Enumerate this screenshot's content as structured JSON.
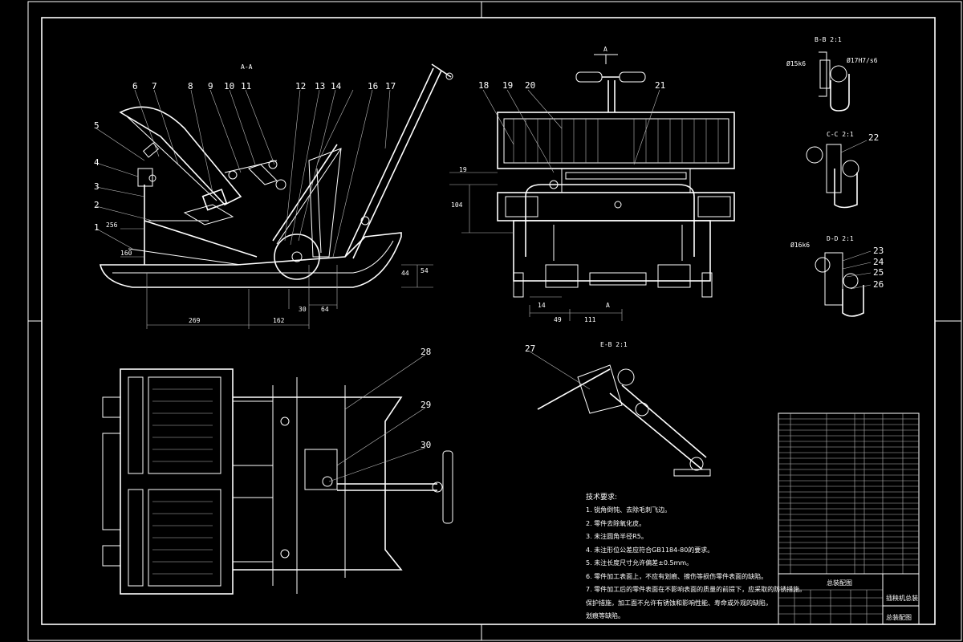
{
  "views": {
    "section_aa": "A-A",
    "section_bb": "B-B 2:1",
    "section_cc": "C-C 2:1",
    "section_dd": "D-D 2:1",
    "section_eb": "E-B 2:1",
    "marker_a": "A"
  },
  "part_labels": [
    "1",
    "2",
    "3",
    "4",
    "5",
    "6",
    "7",
    "8",
    "9",
    "10",
    "11",
    "12",
    "13",
    "14",
    "16",
    "17",
    "18",
    "19",
    "20",
    "21",
    "22",
    "23",
    "24",
    "25",
    "26",
    "27",
    "28",
    "29",
    "30"
  ],
  "dimensions": {
    "d256": "256",
    "d160": "160",
    "d269": "269",
    "d162": "162",
    "d30": "30",
    "d64": "64",
    "d44": "44",
    "d54": "54",
    "d19": "19",
    "d104": "104",
    "d14": "14",
    "d49": "49",
    "d111": "111"
  },
  "fits": {
    "bb_left": "Ø15k6",
    "bb_right": "Ø17H7/s6",
    "dd_left": "Ø16k6"
  },
  "technical_notes": {
    "title": "技术要求:",
    "items": [
      "1. 锐角倒钝、去除毛刺飞边。",
      "2. 零件去除氧化皮。",
      "3. 未注圆角半径R5。",
      "4. 未注形位公差应符合GB1184-80的要求。",
      "5. 未注长度尺寸允许偏差±0.5mm。",
      "6. 零件加工表面上，不应有划痕、擦伤等损伤零件表面的缺陷。",
      "7. 零件加工后的零件表面在不影响表面的质量的前提下，应采取的防锈措施。",
      "   保护措施，加工面不允许有锈蚀和影响性能、寿命或外观的缺陷，",
      "   划痕等缺陷。"
    ]
  },
  "title_block": {
    "drawing_title": "插秧机总装",
    "drawing_subtitle": "总装配图",
    "assembly_label": "总装配图"
  }
}
